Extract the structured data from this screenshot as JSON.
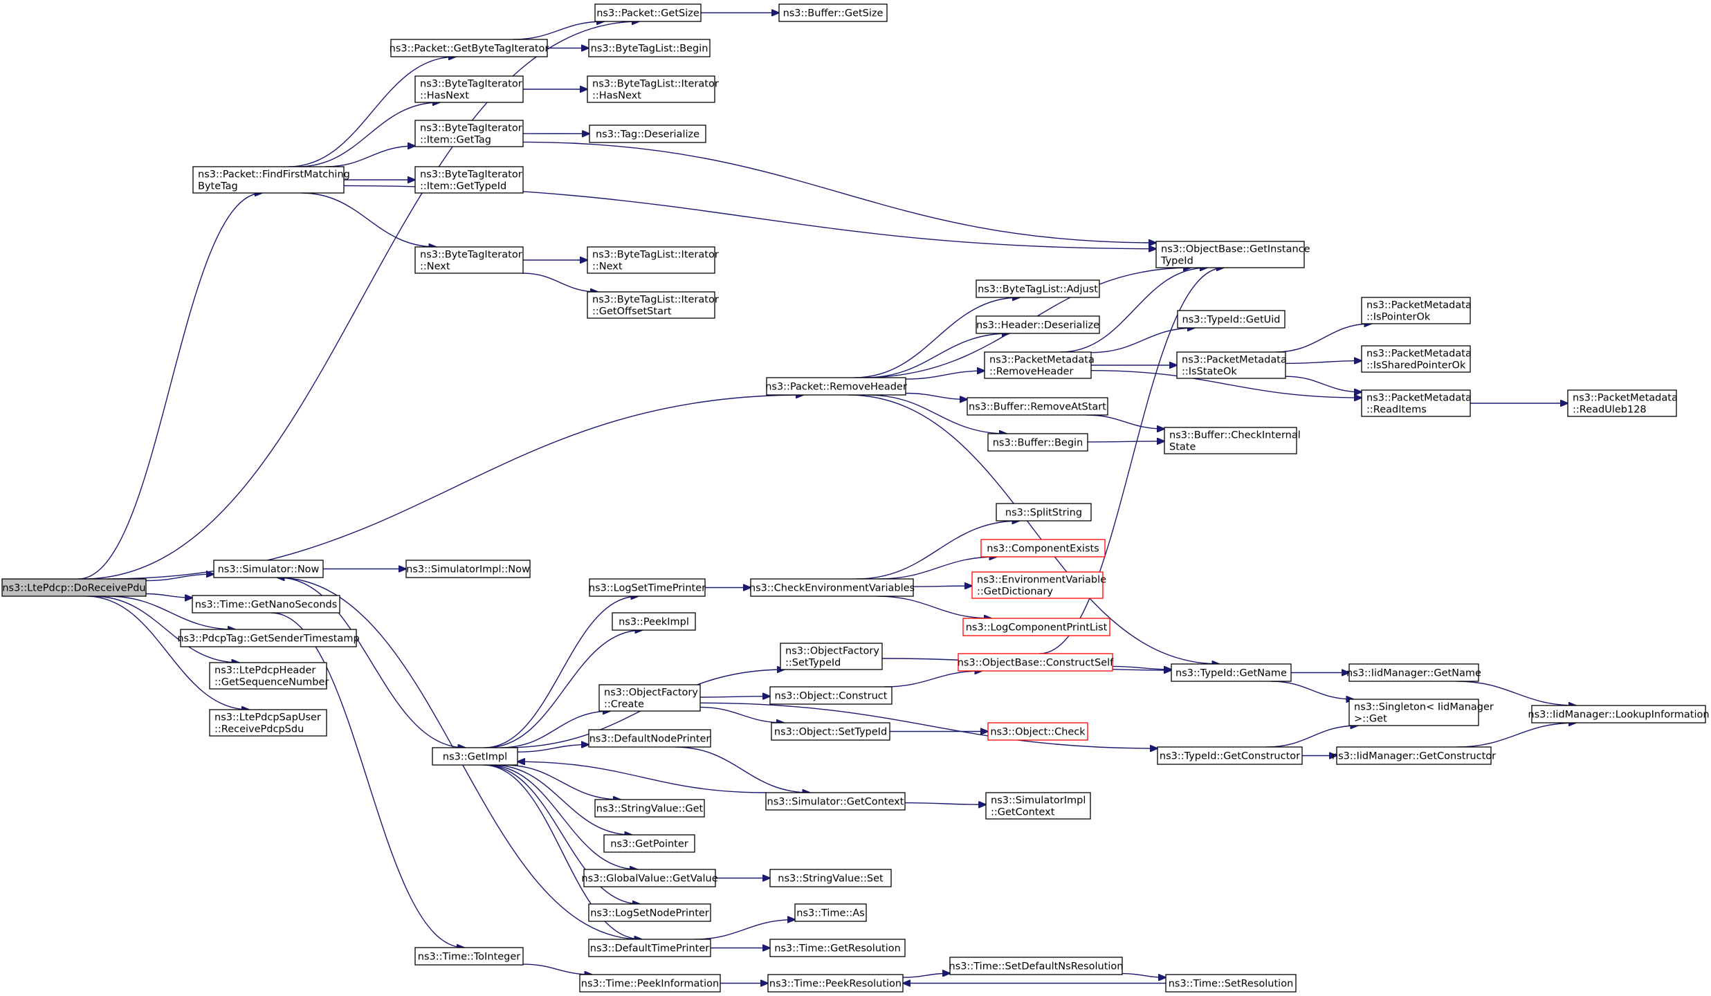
{
  "graph": {
    "kind": "call-graph",
    "colors": {
      "edge": "#191970",
      "root_fill": "#bfbfbf",
      "node_border": "#000000",
      "truncated_border": "#ff0000"
    },
    "nodes": [
      {
        "id": "root",
        "lines": [
          "ns3::LtePdcp::DoReceivePdu"
        ],
        "style": "root"
      },
      {
        "id": "pkt_getsize",
        "lines": [
          "ns3::Packet::GetSize"
        ]
      },
      {
        "id": "buf_getsize",
        "lines": [
          "ns3::Buffer::GetSize"
        ]
      },
      {
        "id": "pkt_getbtit",
        "lines": [
          "ns3::Packet::GetByteTagIterator"
        ]
      },
      {
        "id": "btl_begin",
        "lines": [
          "ns3::ByteTagList::Begin"
        ]
      },
      {
        "id": "bti_hasnext",
        "lines": [
          "ns3::ByteTagIterator",
          "::HasNext"
        ]
      },
      {
        "id": "btli_hasnext",
        "lines": [
          "ns3::ByteTagList::Iterator",
          "::HasNext"
        ]
      },
      {
        "id": "bti_item_gettag",
        "lines": [
          "ns3::ByteTagIterator",
          "::Item::GetTag"
        ]
      },
      {
        "id": "tag_deser",
        "lines": [
          "ns3::Tag::Deserialize"
        ]
      },
      {
        "id": "pkt_ffmbt",
        "lines": [
          "ns3::Packet::FindFirstMatching",
          "ByteTag"
        ]
      },
      {
        "id": "bti_item_gettypeid",
        "lines": [
          "ns3::ByteTagIterator",
          "::Item::GetTypeId"
        ]
      },
      {
        "id": "ob_getinsttid",
        "lines": [
          "ns3::ObjectBase::GetInstance",
          "TypeId"
        ]
      },
      {
        "id": "bti_next",
        "lines": [
          "ns3::ByteTagIterator",
          "::Next"
        ]
      },
      {
        "id": "btli_next",
        "lines": [
          "ns3::ByteTagList::Iterator",
          "::Next"
        ]
      },
      {
        "id": "btli_getoffset",
        "lines": [
          "ns3::ByteTagList::Iterator",
          "::GetOffsetStart"
        ]
      },
      {
        "id": "btl_adjust",
        "lines": [
          "ns3::ByteTagList::Adjust"
        ]
      },
      {
        "id": "hdr_deser",
        "lines": [
          "ns3::Header::Deserialize"
        ]
      },
      {
        "id": "tid_getuid",
        "lines": [
          "ns3::TypeId::GetUid"
        ]
      },
      {
        "id": "pm_ispointerok",
        "lines": [
          "ns3::PacketMetadata",
          "::IsPointerOk"
        ]
      },
      {
        "id": "pm_removeheader",
        "lines": [
          "ns3::PacketMetadata",
          "::RemoveHeader"
        ]
      },
      {
        "id": "pm_isstateok",
        "lines": [
          "ns3::PacketMetadata",
          "::IsStateOk"
        ]
      },
      {
        "id": "pm_issharedpointerok",
        "lines": [
          "ns3::PacketMetadata",
          "::IsSharedPointerOk"
        ]
      },
      {
        "id": "pkt_removeheader",
        "lines": [
          "ns3::Packet::RemoveHeader"
        ]
      },
      {
        "id": "buf_removeatstart",
        "lines": [
          "ns3::Buffer::RemoveAtStart"
        ]
      },
      {
        "id": "pm_readitems",
        "lines": [
          "ns3::PacketMetadata",
          "::ReadItems"
        ]
      },
      {
        "id": "pm_readuleb128",
        "lines": [
          "ns3::PacketMetadata",
          "::ReadUleb128"
        ]
      },
      {
        "id": "buf_begin",
        "lines": [
          "ns3::Buffer::Begin"
        ]
      },
      {
        "id": "buf_checkinternal",
        "lines": [
          "ns3::Buffer::CheckInternal",
          "State"
        ]
      },
      {
        "id": "splitstring",
        "lines": [
          "ns3::SplitString"
        ]
      },
      {
        "id": "componentexists",
        "lines": [
          "ns3::ComponentExists"
        ],
        "style": "truncated"
      },
      {
        "id": "sim_now",
        "lines": [
          "ns3::Simulator::Now"
        ]
      },
      {
        "id": "simimpl_now",
        "lines": [
          "ns3::SimulatorImpl::Now"
        ]
      },
      {
        "id": "envvar_getdict",
        "lines": [
          "ns3::EnvironmentVariable",
          "::GetDictionary"
        ],
        "style": "truncated"
      },
      {
        "id": "logsettimeprinter",
        "lines": [
          "ns3::LogSetTimePrinter"
        ]
      },
      {
        "id": "checkenvvars",
        "lines": [
          "ns3::CheckEnvironmentVariables"
        ]
      },
      {
        "id": "time_getnanos",
        "lines": [
          "ns3::Time::GetNanoSeconds"
        ]
      },
      {
        "id": "logcompprintlist",
        "lines": [
          "ns3::LogComponentPrintList"
        ],
        "style": "truncated"
      },
      {
        "id": "peekimpl",
        "lines": [
          "ns3::PeekImpl"
        ]
      },
      {
        "id": "pdcptag_getsender",
        "lines": [
          "ns3::PdcpTag::GetSenderTimestamp"
        ]
      },
      {
        "id": "of_settypeid",
        "lines": [
          "ns3::ObjectFactory",
          "::SetTypeId"
        ]
      },
      {
        "id": "ob_constructself",
        "lines": [
          "ns3::ObjectBase::ConstructSelf"
        ],
        "style": "truncated"
      },
      {
        "id": "tid_getname",
        "lines": [
          "ns3::TypeId::GetName"
        ]
      },
      {
        "id": "iidm_getname",
        "lines": [
          "ns3::IidManager::GetName"
        ]
      },
      {
        "id": "ltepdcphdr_getseq",
        "lines": [
          "ns3::LtePdcpHeader",
          "::GetSequenceNumber"
        ]
      },
      {
        "id": "of_create",
        "lines": [
          "ns3::ObjectFactory",
          "::Create"
        ]
      },
      {
        "id": "obj_construct",
        "lines": [
          "ns3::Object::Construct"
        ]
      },
      {
        "id": "singleton_get",
        "lines": [
          "ns3::Singleton< IidManager",
          " >::Get"
        ]
      },
      {
        "id": "iidm_lookupinfo",
        "lines": [
          "ns3::IidManager::LookupInformation"
        ]
      },
      {
        "id": "ltepdcpsapuser_recv",
        "lines": [
          "ns3::LtePdcpSapUser",
          "::ReceivePdcpSdu"
        ]
      },
      {
        "id": "obj_settypeid",
        "lines": [
          "ns3::Object::SetTypeId"
        ]
      },
      {
        "id": "obj_check",
        "lines": [
          "ns3::Object::Check"
        ],
        "style": "truncated"
      },
      {
        "id": "getimpl",
        "lines": [
          "ns3::GetImpl"
        ]
      },
      {
        "id": "defaultnodeprinter",
        "lines": [
          "ns3::DefaultNodePrinter"
        ]
      },
      {
        "id": "tid_getconstructor",
        "lines": [
          "ns3::TypeId::GetConstructor"
        ]
      },
      {
        "id": "iidm_getconstructor",
        "lines": [
          "ns3::IidManager::GetConstructor"
        ]
      },
      {
        "id": "sim_getcontext",
        "lines": [
          "ns3::Simulator::GetContext"
        ]
      },
      {
        "id": "simimpl_getcontext",
        "lines": [
          "ns3::SimulatorImpl",
          "::GetContext"
        ]
      },
      {
        "id": "stringvalue_get",
        "lines": [
          "ns3::StringValue::Get"
        ]
      },
      {
        "id": "getpointer",
        "lines": [
          "ns3::GetPointer"
        ]
      },
      {
        "id": "globalvalue_getvalue",
        "lines": [
          "ns3::GlobalValue::GetValue"
        ]
      },
      {
        "id": "stringvalue_set",
        "lines": [
          "ns3::StringValue::Set"
        ]
      },
      {
        "id": "logsetnodeprinter",
        "lines": [
          "ns3::LogSetNodePrinter"
        ]
      },
      {
        "id": "time_as",
        "lines": [
          "ns3::Time::As"
        ]
      },
      {
        "id": "defaulttimeprinter",
        "lines": [
          "ns3::DefaultTimePrinter"
        ]
      },
      {
        "id": "time_getresolution",
        "lines": [
          "ns3::Time::GetResolution"
        ]
      },
      {
        "id": "time_tointeger",
        "lines": [
          "ns3::Time::ToInteger"
        ]
      },
      {
        "id": "time_setdefaultnsres",
        "lines": [
          "ns3::Time::SetDefaultNsResolution"
        ]
      },
      {
        "id": "time_peekinformation",
        "lines": [
          "ns3::Time::PeekInformation"
        ]
      },
      {
        "id": "time_peekresolution",
        "lines": [
          "ns3::Time::PeekResolution"
        ]
      },
      {
        "id": "time_setresolution",
        "lines": [
          "ns3::Time::SetResolution"
        ]
      }
    ],
    "edges": [
      [
        "root",
        "pkt_getsize"
      ],
      [
        "root",
        "pkt_ffmbt"
      ],
      [
        "root",
        "pkt_removeheader"
      ],
      [
        "root",
        "sim_now"
      ],
      [
        "root",
        "time_getnanos"
      ],
      [
        "root",
        "pdcptag_getsender"
      ],
      [
        "root",
        "ltepdcphdr_getseq"
      ],
      [
        "root",
        "ltepdcpsapuser_recv"
      ],
      [
        "pkt_getsize",
        "buf_getsize"
      ],
      [
        "pkt_getbtit",
        "pkt_getsize"
      ],
      [
        "pkt_getbtit",
        "btl_begin"
      ],
      [
        "bti_hasnext",
        "btli_hasnext"
      ],
      [
        "bti_item_gettag",
        "tag_deser"
      ],
      [
        "bti_item_gettag",
        "ob_getinsttid"
      ],
      [
        "pkt_ffmbt",
        "pkt_getbtit"
      ],
      [
        "pkt_ffmbt",
        "bti_hasnext"
      ],
      [
        "pkt_ffmbt",
        "bti_item_gettag"
      ],
      [
        "pkt_ffmbt",
        "bti_item_gettypeid"
      ],
      [
        "pkt_ffmbt",
        "ob_getinsttid"
      ],
      [
        "pkt_ffmbt",
        "bti_next"
      ],
      [
        "bti_next",
        "btli_next"
      ],
      [
        "bti_next",
        "btli_getoffset"
      ],
      [
        "pkt_removeheader",
        "ob_getinsttid"
      ],
      [
        "pkt_removeheader",
        "btl_adjust"
      ],
      [
        "pkt_removeheader",
        "hdr_deser"
      ],
      [
        "pkt_removeheader",
        "pm_removeheader"
      ],
      [
        "pkt_removeheader",
        "buf_removeatstart"
      ],
      [
        "pkt_removeheader",
        "buf_begin"
      ],
      [
        "pkt_removeheader",
        "tid_getname"
      ],
      [
        "pm_removeheader",
        "ob_getinsttid"
      ],
      [
        "pm_removeheader",
        "tid_getuid"
      ],
      [
        "pm_removeheader",
        "pm_isstateok"
      ],
      [
        "pm_removeheader",
        "pm_readitems"
      ],
      [
        "pm_isstateok",
        "pm_ispointerok"
      ],
      [
        "pm_isstateok",
        "pm_issharedpointerok"
      ],
      [
        "pm_isstateok",
        "pm_readitems"
      ],
      [
        "pm_readitems",
        "pm_readuleb128"
      ],
      [
        "buf_removeatstart",
        "buf_checkinternal"
      ],
      [
        "buf_begin",
        "buf_checkinternal"
      ],
      [
        "sim_now",
        "simimpl_now"
      ],
      [
        "sim_now",
        "getimpl"
      ],
      [
        "time_getnanos",
        "time_tointeger"
      ],
      [
        "logsettimeprinter",
        "checkenvvars"
      ],
      [
        "checkenvvars",
        "splitstring"
      ],
      [
        "checkenvvars",
        "componentexists"
      ],
      [
        "checkenvvars",
        "envvar_getdict"
      ],
      [
        "checkenvvars",
        "logcompprintlist"
      ],
      [
        "of_settypeid",
        "tid_getname"
      ],
      [
        "ob_constructself",
        "ob_getinsttid"
      ],
      [
        "ob_constructself",
        "tid_getname"
      ],
      [
        "tid_getname",
        "iidm_getname"
      ],
      [
        "tid_getname",
        "singleton_get"
      ],
      [
        "iidm_getname",
        "iidm_lookupinfo"
      ],
      [
        "of_create",
        "obj_construct"
      ],
      [
        "of_create",
        "obj_settypeid"
      ],
      [
        "of_create",
        "tid_getconstructor"
      ],
      [
        "obj_construct",
        "ob_constructself"
      ],
      [
        "obj_settypeid",
        "obj_check"
      ],
      [
        "tid_getconstructor",
        "singleton_get"
      ],
      [
        "tid_getconstructor",
        "iidm_getconstructor"
      ],
      [
        "iidm_getconstructor",
        "iidm_lookupinfo"
      ],
      [
        "getimpl",
        "logsettimeprinter"
      ],
      [
        "getimpl",
        "peekimpl"
      ],
      [
        "getimpl",
        "of_settypeid"
      ],
      [
        "getimpl",
        "of_create"
      ],
      [
        "getimpl",
        "defaultnodeprinter"
      ],
      [
        "getimpl",
        "stringvalue_get"
      ],
      [
        "getimpl",
        "getpointer"
      ],
      [
        "getimpl",
        "globalvalue_getvalue"
      ],
      [
        "getimpl",
        "logsetnodeprinter"
      ],
      [
        "getimpl",
        "defaulttimeprinter"
      ],
      [
        "defaultnodeprinter",
        "sim_getcontext"
      ],
      [
        "sim_getcontext",
        "getimpl"
      ],
      [
        "sim_getcontext",
        "simimpl_getcontext"
      ],
      [
        "globalvalue_getvalue",
        "stringvalue_set"
      ],
      [
        "defaulttimeprinter",
        "sim_now"
      ],
      [
        "defaulttimeprinter",
        "time_as"
      ],
      [
        "defaulttimeprinter",
        "time_getresolution"
      ],
      [
        "time_tointeger",
        "time_peekinformation"
      ],
      [
        "time_peekinformation",
        "time_peekresolution"
      ],
      [
        "time_peekresolution",
        "time_setdefaultnsres"
      ],
      [
        "time_setdefaultnsres",
        "time_setresolution"
      ],
      [
        "time_setresolution",
        "time_peekresolution"
      ]
    ]
  }
}
